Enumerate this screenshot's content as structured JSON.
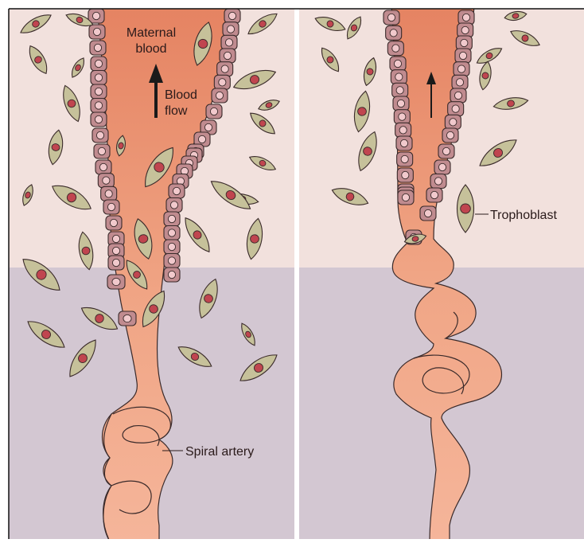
{
  "labels": {
    "maternal_blood_line1": "Maternal",
    "maternal_blood_line2": "blood",
    "blood_flow_line1": "Blood",
    "blood_flow_line2": "flow",
    "spiral_artery": "Spiral artery",
    "trophoblast": "Trophoblast"
  },
  "colors": {
    "upper_tissue": "#f2e1dd",
    "lower_tissue": "#d3c7d2",
    "blood_dark": "#e78a68",
    "blood_light": "#f4b196",
    "endothelial_cell": "#c08b8f",
    "cell_nucleus": "#f1c9cc",
    "trophoblast_cell": "#c6c19a",
    "trophoblast_nucleus": "#c0454f",
    "outline": "#3a2a2a"
  }
}
